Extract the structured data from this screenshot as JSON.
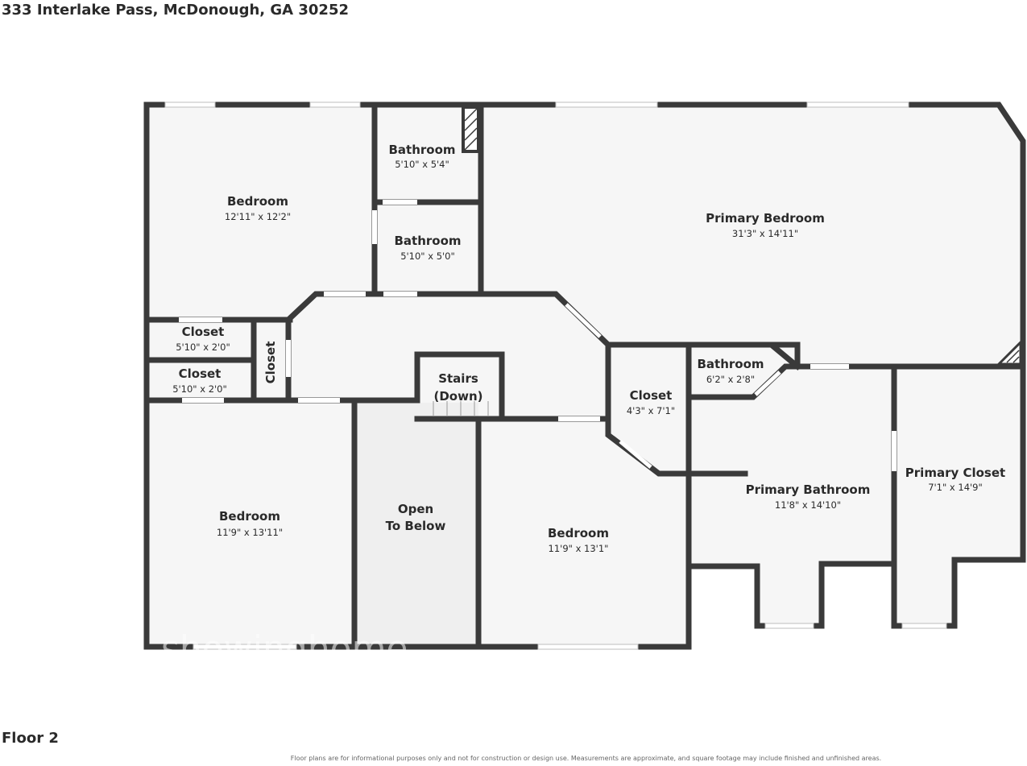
{
  "header": {
    "address": "333 Interlake Pass, McDonough, GA 30252"
  },
  "footer": {
    "floor_label": "Floor 2",
    "disclaimer": "Floor plans are for informational purposes only and not for construction or design use. Measurements are approximate, and square footage may include finished and unfinished areas."
  },
  "rooms": {
    "bedroom_nw": {
      "name": "Bedroom",
      "dims": "12'11\" x 12'2\""
    },
    "bathroom_top": {
      "name": "Bathroom",
      "dims": "5'10\" x 5'4\""
    },
    "bathroom_mid": {
      "name": "Bathroom",
      "dims": "5'10\" x 5'0\""
    },
    "primary_bedroom": {
      "name": "Primary Bedroom",
      "dims": "31'3\" x 14'11\""
    },
    "closet_a": {
      "name": "Closet",
      "dims": "5'10\" x 2'0\""
    },
    "closet_b": {
      "name": "Closet",
      "dims": "5'10\" x 2'0\""
    },
    "closet_vertical": {
      "name": "Closet"
    },
    "stairs": {
      "line1": "Stairs",
      "line2": "(Down)"
    },
    "closet_center": {
      "name": "Closet",
      "dims": "4'3\" x 7'1\""
    },
    "bathroom_small": {
      "name": "Bathroom",
      "dims": "6'2\" x 2'8\""
    },
    "bedroom_sw": {
      "name": "Bedroom",
      "dims": "11'9\" x 13'11\""
    },
    "open_below": {
      "line1": "Open",
      "line2": "To Below"
    },
    "bedroom_s": {
      "name": "Bedroom",
      "dims": "11'9\" x 13'1\""
    },
    "primary_bathroom": {
      "name": "Primary Bathroom",
      "dims": "11'8\" x 14'10\""
    },
    "primary_closet": {
      "name": "Primary Closet",
      "dims": "7'1\" x 14'9\""
    }
  },
  "colors": {
    "wall": "#3a3a3a",
    "floor": "#f6f6f6",
    "open_area": "#efefef",
    "window": "#ffffff"
  }
}
